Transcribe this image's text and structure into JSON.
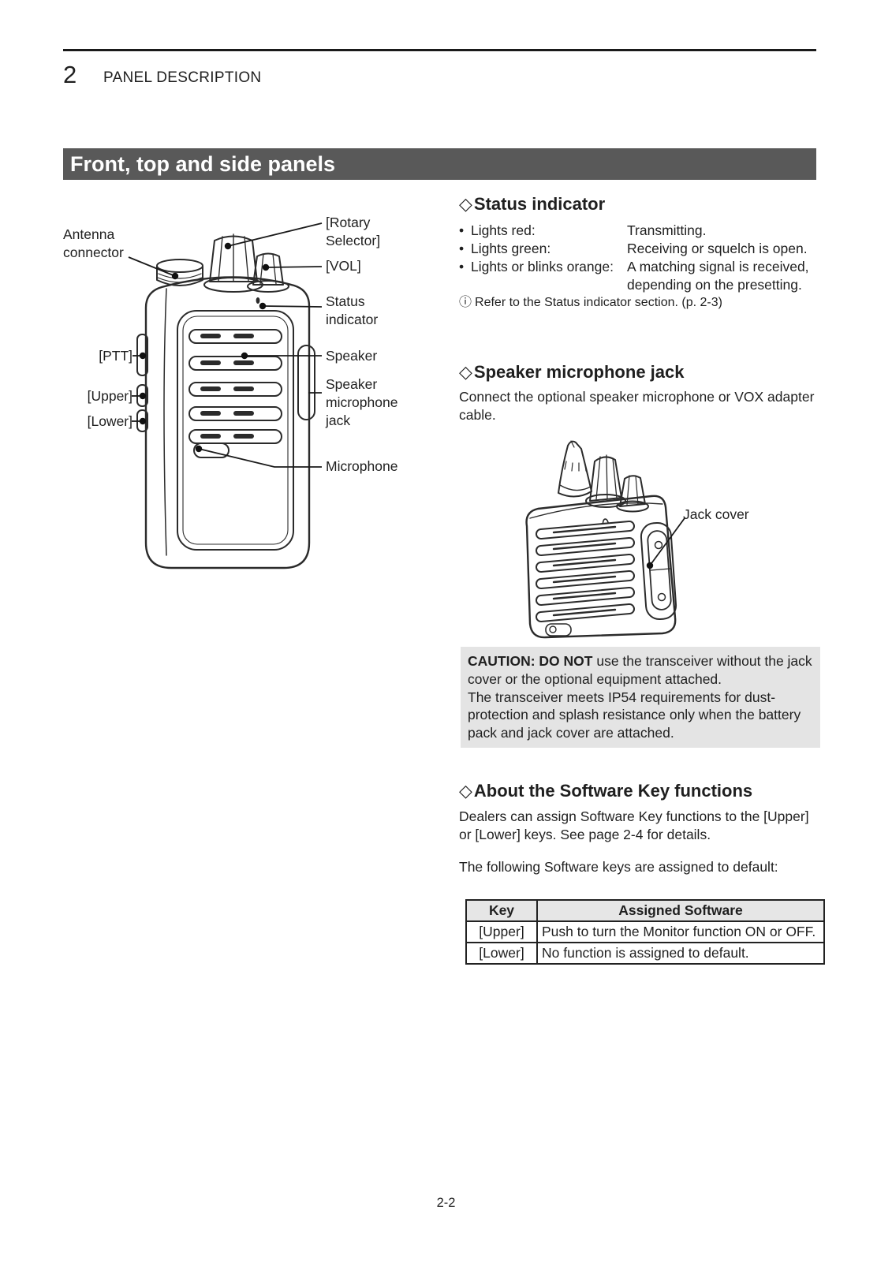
{
  "page": {
    "chapter_number": "2",
    "chapter_title": "PANEL DESCRIPTION",
    "banner_title": "Front, top and side panels",
    "page_number": "2-2"
  },
  "icons": {
    "diamond": "◇",
    "info": "ⓘ",
    "bullet": "•"
  },
  "front_diagram": {
    "labels": {
      "antenna_l1": "Antenna",
      "antenna_l2": "connector",
      "rotary_l1": "[Rotary",
      "rotary_l2": "Selector]",
      "vol": "[VOL]",
      "status_l1": "Status",
      "status_l2": "indicator",
      "ptt": "[PTT]",
      "speaker": "Speaker",
      "spk_mic_l1": "Speaker",
      "spk_mic_l2": "microphone",
      "spk_mic_l3": "jack",
      "upper": "[Upper]",
      "lower": "[Lower]",
      "microphone": "Microphone"
    }
  },
  "status_section": {
    "heading": "Status indicator",
    "items": [
      {
        "term": "Lights red:",
        "desc": "Transmitting."
      },
      {
        "term": "Lights green:",
        "desc": "Receiving or squelch is open."
      },
      {
        "term": "Lights or blinks orange:",
        "desc": "A matching signal is received, depending on the presetting."
      }
    ],
    "note": "Refer to the Status indicator section. (p. 2-3)"
  },
  "speaker_jack_section": {
    "heading": "Speaker microphone jack",
    "body": "Connect the optional speaker microphone or VOX adapter cable.",
    "jack_cover_label": "Jack cover"
  },
  "caution": {
    "bold_intro": "CAUTION: DO NOT",
    "line1_rest": " use the transceiver without the jack cover or the optional equipment attached.",
    "line2": "The transceiver meets IP54 requirements for dust-protection and splash resistance only when the battery pack and jack cover are attached."
  },
  "software_section": {
    "heading": "About the Software Key functions",
    "para1": "Dealers can assign Software Key functions to the [Upper] or [Lower] keys. See page 2-4 for details.",
    "para2": "The following Software keys are assigned to default:",
    "table": {
      "col1_header": "Key",
      "col2_header": "Assigned Software",
      "rows": [
        {
          "key": "[Upper]",
          "software": "Push to turn the Monitor function ON or OFF."
        },
        {
          "key": "[Lower]",
          "software": "No function is assigned to default."
        }
      ]
    }
  }
}
